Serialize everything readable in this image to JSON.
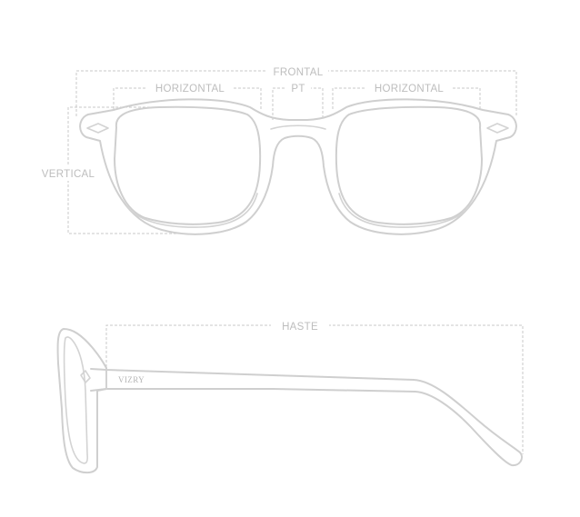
{
  "front_view": {
    "labels": {
      "frontal": "FRONTAL",
      "horizontal_left": "HORIZONTAL",
      "pt": "PT",
      "horizontal_right": "HORIZONTAL",
      "vertical": "VERTICAL"
    }
  },
  "side_view": {
    "labels": {
      "haste": "HASTE"
    },
    "brand_text": "VIZRY"
  },
  "colors": {
    "line": "#cfcfcf",
    "dimension": "#c9c9c9",
    "label": "#bdbdbd",
    "background": "#ffffff"
  }
}
